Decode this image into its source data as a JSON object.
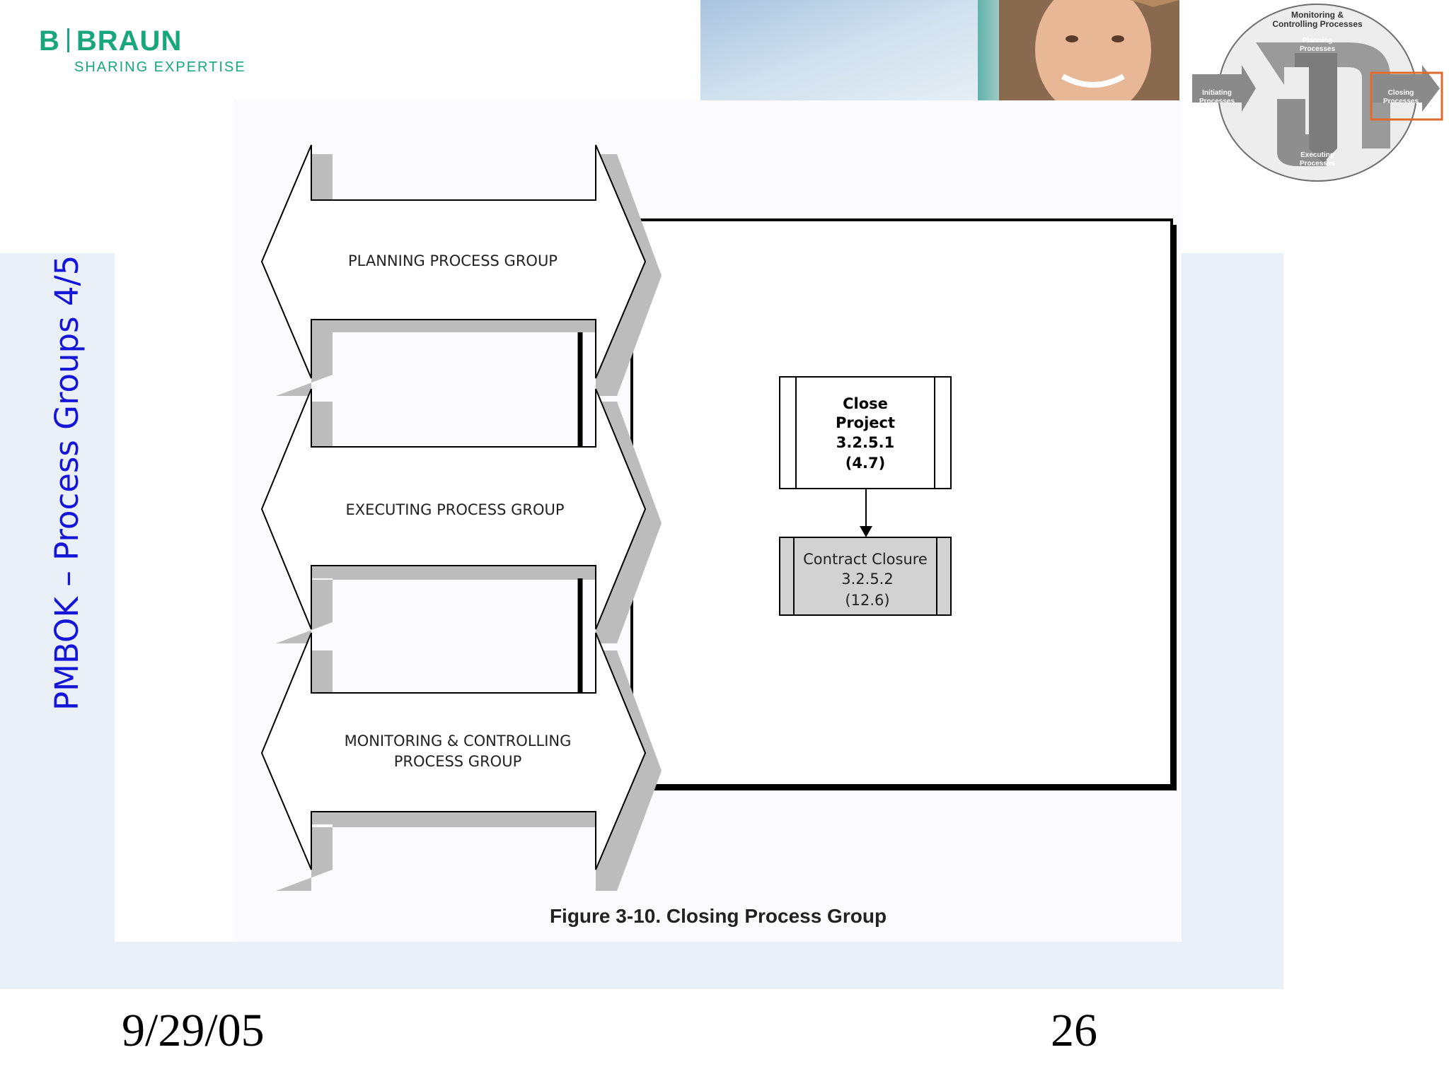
{
  "logo": {
    "brand_left": "B",
    "brand_right": "BRAUN",
    "tagline": "SHARING EXPERTISE"
  },
  "slide": {
    "title": "PMBOK – Process Groups 4/5",
    "date": "9/29/05",
    "page_number": "26"
  },
  "cycle_graphic": {
    "monitoring_line1": "Monitoring &",
    "monitoring_line2": "Controlling Processes",
    "planning_line1": "Planning",
    "planning_line2": "Processes",
    "initiating_line1": "Initiating",
    "initiating_line2": "Processes",
    "closing_line1": "Closing",
    "closing_line2": "Processes",
    "executing_line1": "Executing",
    "executing_line2": "Processes",
    "highlight_color": "#e06a2c"
  },
  "diagram": {
    "planning_group": "PLANNING PROCESS GROUP",
    "executing_group": "EXECUTING PROCESS GROUP",
    "monitoring_group_line1": "MONITORING & CONTROLLING",
    "monitoring_group_line2": "PROCESS GROUP",
    "close_project": {
      "line1": "Close",
      "line2": "Project",
      "line3": "3.2.5.1",
      "line4": "(4.7)"
    },
    "contract_closure": {
      "line1": "Contract Closure",
      "line2": "3.2.5.2",
      "line3": "(12.6)"
    },
    "caption": "Figure 3-10. Closing Process Group"
  }
}
